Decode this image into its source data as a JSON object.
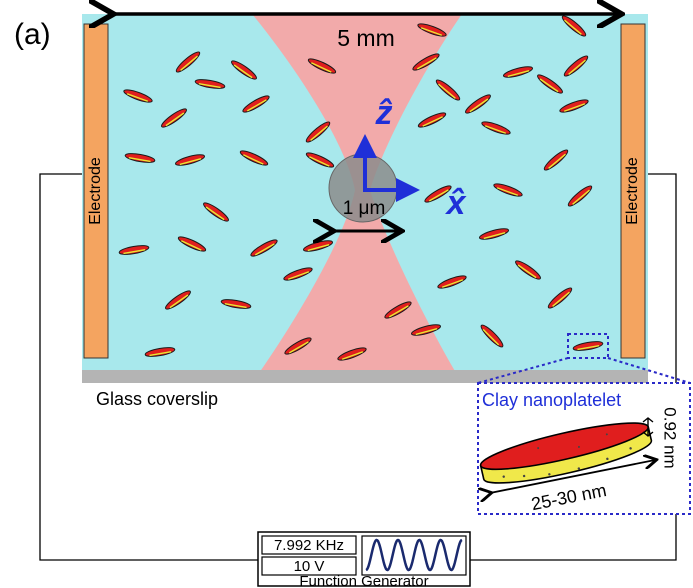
{
  "panel_label": "(a)",
  "scale_bar_label": "5 mm",
  "bead_label": "1 μm",
  "axis_z": "ẑ",
  "axis_x": "x̂",
  "electrode_left_label": "Electrode",
  "electrode_right_label": "Electrode",
  "coverslip_label": "Glass coverslip",
  "inset": {
    "title": "Clay nanoplatelet",
    "thickness_label": "0.92 nm",
    "length_label": "25-30 nm"
  },
  "function_generator": {
    "frequency": "7.992 KHz",
    "voltage": "10 V",
    "title": "Function Generator"
  },
  "colors": {
    "solution": "#a8e8ec",
    "laser_beam": "#f5a6a6",
    "electrode": "#f4a460",
    "coverslip": "#b4b4b4",
    "platelet_fill": "#e01e1e",
    "platelet_edge": "#e8e832",
    "axis_arrows": "#1f2fd8",
    "inset_border": "#2a2ac8"
  }
}
